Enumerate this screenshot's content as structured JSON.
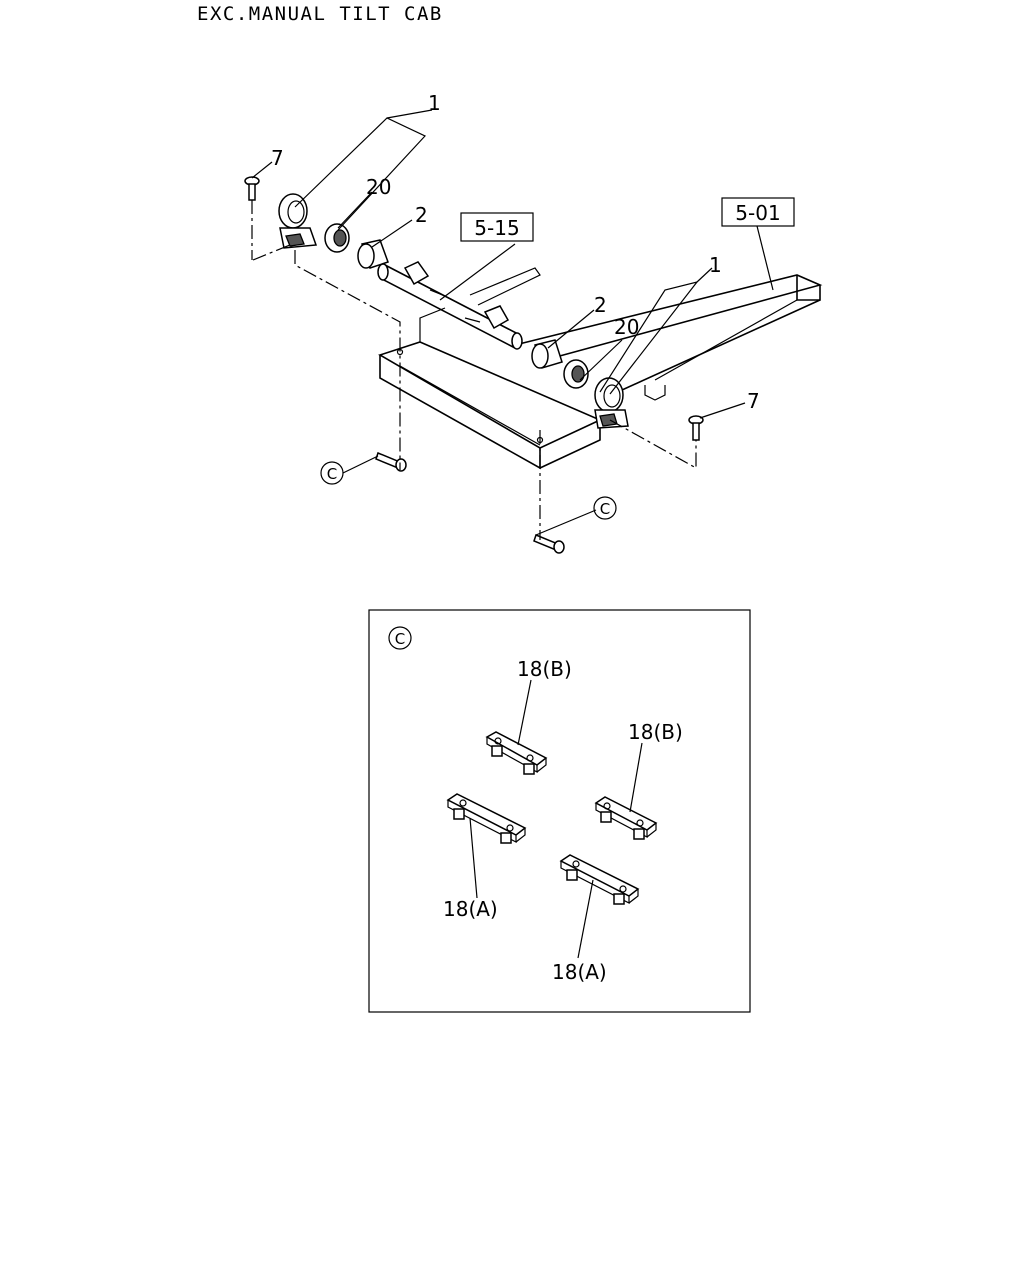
{
  "header": {
    "title": "EXC.MANUAL TILT CAB"
  },
  "refs": {
    "ref_515": "5-15",
    "ref_501": "5-01"
  },
  "callouts": {
    "part_1": "1",
    "part_2": "2",
    "part_7": "7",
    "part_20": "20",
    "detail_marker": "C"
  },
  "detail": {
    "marker": "C",
    "labels": {
      "b1": "18(B)",
      "b2": "18(B)",
      "a1": "18(A)",
      "a2": "18(A)"
    }
  }
}
